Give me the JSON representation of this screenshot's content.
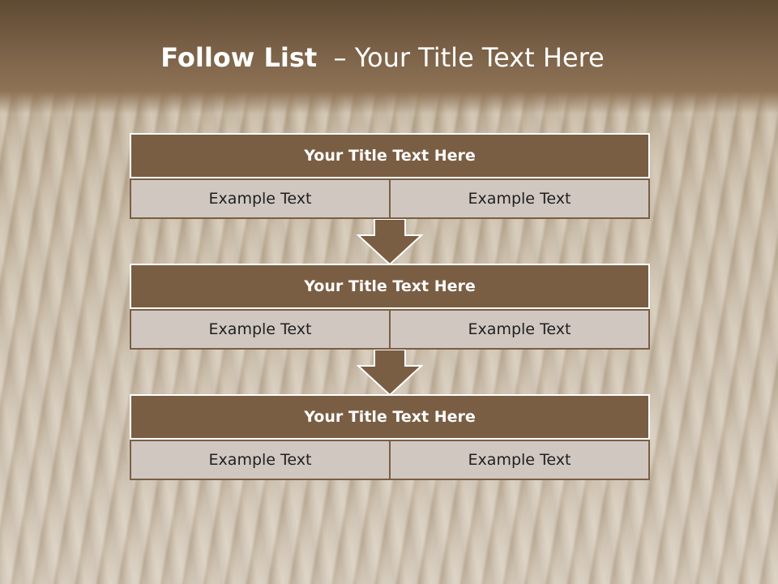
{
  "slide": {
    "title_bold": "Follow List",
    "title_rest": " – Your Title Text Here"
  },
  "blocks": [
    {
      "title": "Your Title Text Here",
      "left": "Example Text",
      "right": "Example Text"
    },
    {
      "title": "Your Title Text Here",
      "left": "Example Text",
      "right": "Example Text"
    },
    {
      "title": "Your Title Text Here",
      "left": "Example Text",
      "right": "Example Text"
    }
  ],
  "colors": {
    "accent_brown": "#7a5e43",
    "cell_fill": "#d0c7c0",
    "header_band": "#6b543b"
  },
  "icons": [
    "down-arrow-icon",
    "down-arrow-icon"
  ]
}
